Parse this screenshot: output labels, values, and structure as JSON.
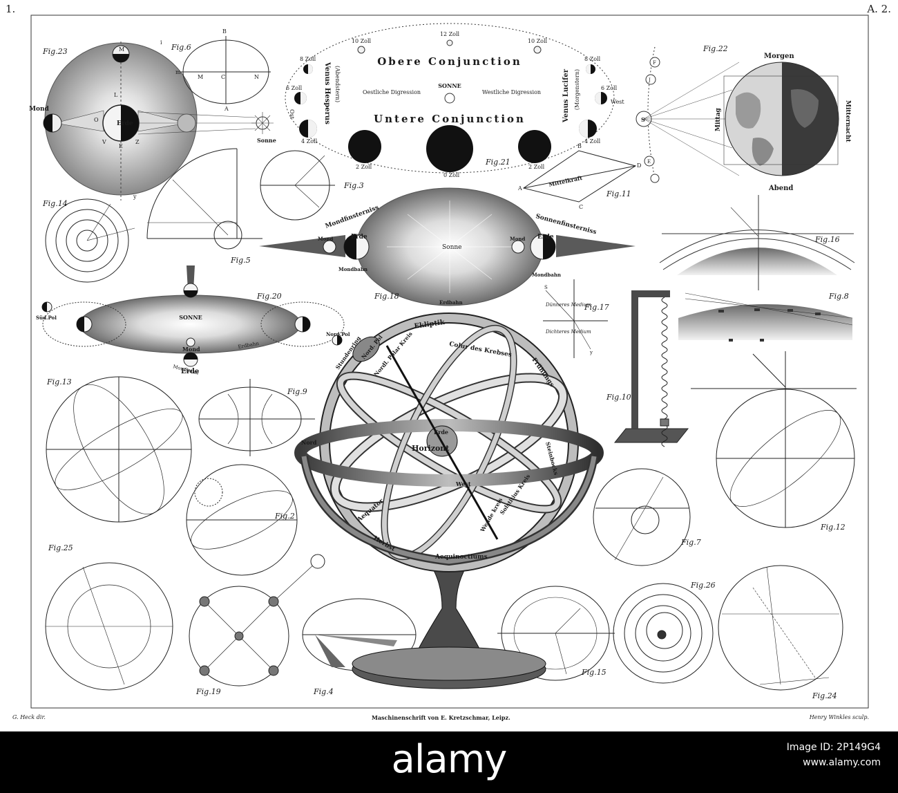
{
  "corners": {
    "left": "1.",
    "right": "A. 2."
  },
  "figs": {
    "f23": "Fig.23",
    "f6": "Fig.6",
    "f21": "Fig.21",
    "f22": "Fig.22",
    "f14": "Fig.14",
    "f3": "Fig.3",
    "f11": "Fig.11",
    "f5": "Fig.5",
    "f18": "Fig.18",
    "f16": "Fig.16",
    "f20": "Fig.20",
    "f17": "Fig.17",
    "f8": "Fig.8",
    "f13": "Fig.13",
    "f9": "Fig.9",
    "f10": "Fig.10",
    "f2": "Fig.2",
    "f7": "Fig.7",
    "f12": "Fig.12",
    "f25": "Fig.25",
    "f19": "Fig.19",
    "f4": "Fig.4",
    "f15": "Fig.15",
    "f26": "Fig.26",
    "f24": "Fig.24"
  },
  "fig23": {
    "mond": "Mond",
    "erde": "Erde",
    "sonne": "Sonne",
    "m": "M",
    "l": "L",
    "o": "O",
    "v": "V",
    "e": "E",
    "z": "Z",
    "i": "i",
    "y": "y"
  },
  "fig6": {
    "b": "B",
    "m": "m",
    "mm": "M",
    "c": "C",
    "n": "N",
    "a": "A"
  },
  "fig21": {
    "obere": "Obere Conjunction",
    "untere": "Untere Conjunction",
    "sonne": "SONNE",
    "oestl": "Oestliche Digression",
    "westl": "Westliche Digression",
    "hesperus": "Venus Hesperus",
    "abendstern": "(Abendstern)",
    "lucifer": "Venus Lucifer",
    "morgenstern": "(Morgenstern)",
    "ost": "Ost",
    "west": "West",
    "z12": "12 Zoll",
    "z10a": "10 Zoll",
    "z10b": "10 Zoll",
    "z8a": "8 Zoll",
    "z8b": "8 Zoll",
    "z6a": "6 Zoll",
    "z6b": "6 Zoll",
    "z4a": "4 Zoll",
    "z4b": "4 Zoll",
    "z2a": "2 Zoll",
    "z2b": "2 Zoll",
    "z0": "0 Zoll"
  },
  "fig22": {
    "morgen": "Morgen",
    "abend": "Abend",
    "mittag": "Mittag",
    "mitternacht": "Mitternacht",
    "s": "S",
    "f": "F",
    "j": "J",
    "e": "E"
  },
  "fig18": {
    "mondfin": "Mondfinsterniss",
    "sonnenfin": "Sonnenfinsterniss",
    "sonne": "Sonne",
    "mond1": "Mond",
    "erde1": "Erde",
    "mond2": "Mond",
    "erde2": "Erde",
    "mondbahn1": "Mondbahn",
    "mondbahn2": "Mondbahn",
    "erdbahn": "Erdbahn"
  },
  "fig11": {
    "mittelkraft": "Mittelkraft",
    "a": "A",
    "b": "B",
    "d": "D",
    "c": "C"
  },
  "fig20": {
    "sonne": "SONNE",
    "sued": "Süd.Pol",
    "nord": "Nord.Pol",
    "mond": "Mond",
    "erde": "Erde",
    "erdbahn": "Erdbahn",
    "mondbahn": "Mondbahn"
  },
  "fig17": {
    "duenneres": "Dünneres Medium",
    "dichteres": "Dichteres Medium",
    "s": "S",
    "y": "y"
  },
  "sphere": {
    "ekliptik": "Ekliptik",
    "stundenring": "Stundenring",
    "colur_krebses": "Colur des Krebses",
    "nordpol": "Nord. Pol",
    "polarkreis": "Nordl. Polar Kreis",
    "horizont": "Horizont",
    "aequator": "Aequator",
    "wendekreis": "Wende kreis",
    "aequinoctiums": "Aequinoctiums",
    "erde": "Erde",
    "nord": "Nord",
    "west": "West",
    "fruehlings": "Frühlings",
    "solstitius": "Solstitius Kreis",
    "herbst": "Herbst",
    "steinbock": "Steinbocks"
  },
  "footer": {
    "left": "G. Heck dir.",
    "center": "Maschinenschrift von E. Kretzschmar, Leipz.",
    "right": "Henry Winkles sculp."
  },
  "watermark": {
    "logo": "alamy",
    "image_id": "Image ID: 2P149G4",
    "site": "www.alamy.com"
  }
}
